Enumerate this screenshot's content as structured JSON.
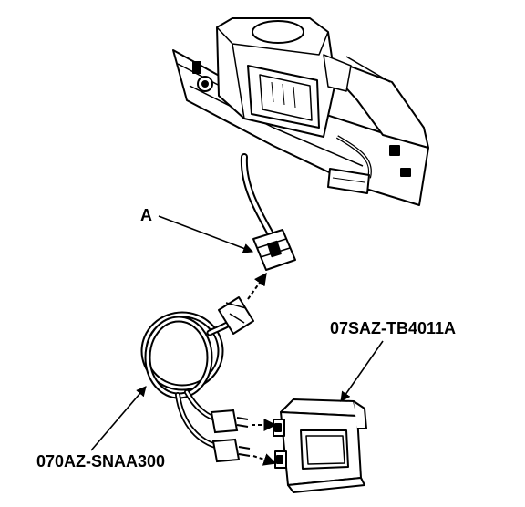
{
  "labels": {
    "callout_a": "A",
    "part_module": "07SAZ-TB4011A",
    "part_harness": "070AZ-SNAA300"
  },
  "colors": {
    "ink": "#000000",
    "paper": "#ffffff",
    "shade": "#cfcfcf"
  }
}
